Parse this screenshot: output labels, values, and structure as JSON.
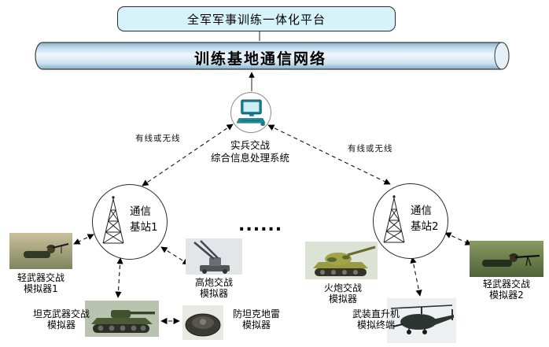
{
  "platform": {
    "title": "全军军事训练一体化平台"
  },
  "network": {
    "title": "训练基地通信网络"
  },
  "processor": {
    "label": "实兵交战\n综合信息处理系统"
  },
  "links": {
    "left_label": "有线或无线",
    "right_label": "有线或无线"
  },
  "stations": {
    "station1": "通信\n基站1",
    "station2": "通信\n基站2",
    "ellipsis": "......"
  },
  "simulators": {
    "light1": {
      "label": "轻武器交战\n模拟器1"
    },
    "tank": {
      "label": "坦克武器交战\n模拟器"
    },
    "aagun": {
      "label": "高炮交战\n模拟器"
    },
    "mine": {
      "label": "防坦克地雷\n模拟器"
    },
    "artillery": {
      "label": "火炮交战\n模拟器"
    },
    "helicopter": {
      "label": "武装直升机\n模拟终端"
    },
    "light2": {
      "label": "轻武器交战\n模拟器2"
    }
  },
  "colors": {
    "platform_fill": "#d6f3fa",
    "cylinder_light": "#f0f8fd",
    "cylinder_dark": "#86aec9",
    "icon_teal": "#17808e"
  }
}
